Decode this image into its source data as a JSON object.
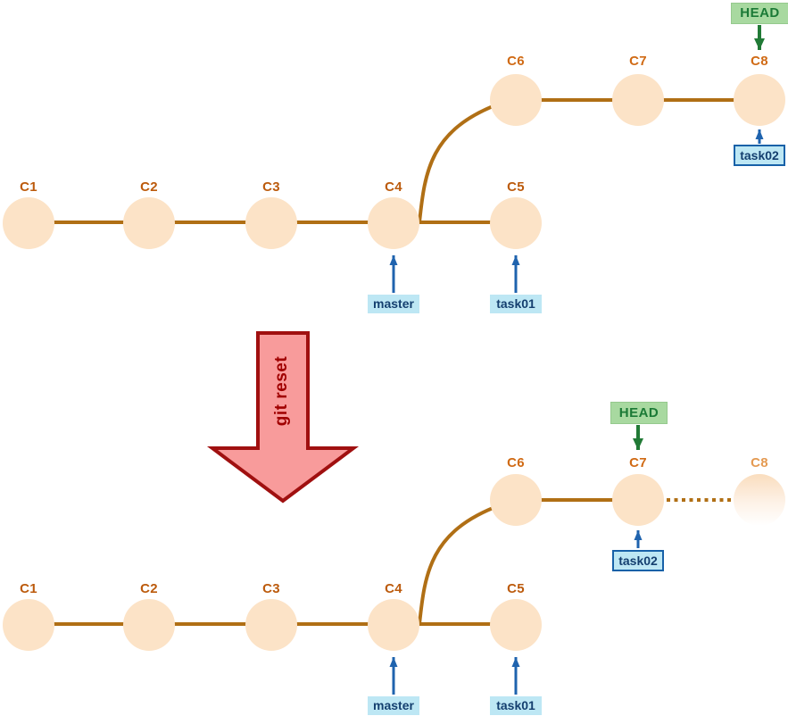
{
  "operation": "git reset",
  "colors": {
    "commitFill": "#FCE3C7",
    "commitLabel": "#BC5B0D",
    "commitLabelBranch": "#D06A14",
    "commitLabelFaded": "#E49A52",
    "line": "#B06F15",
    "refBg": "#BDE7F4",
    "refBorder": "#1761A8",
    "refText": "#143F6F",
    "headBg": "#A8D9A0",
    "headBorder": "#95C98D",
    "headText": "#1B7A36",
    "blueArrow": "#1F63AE",
    "greenArrow": "#217A36",
    "opFill": "#F89B9B",
    "opStroke": "#A01010",
    "opText": "#A00000"
  },
  "before": {
    "commits": {
      "c1": "C1",
      "c2": "C2",
      "c3": "C3",
      "c4": "C4",
      "c5": "C5",
      "c6": "C6",
      "c7": "C7",
      "c8": "C8"
    },
    "head": "HEAD",
    "refs": {
      "master": "master",
      "task01": "task01",
      "task02": "task02"
    }
  },
  "after": {
    "commits": {
      "c1": "C1",
      "c2": "C2",
      "c3": "C3",
      "c4": "C4",
      "c5": "C5",
      "c6": "C6",
      "c7": "C7",
      "c8": "C8"
    },
    "head": "HEAD",
    "refs": {
      "master": "master",
      "task01": "task01",
      "task02": "task02"
    }
  }
}
